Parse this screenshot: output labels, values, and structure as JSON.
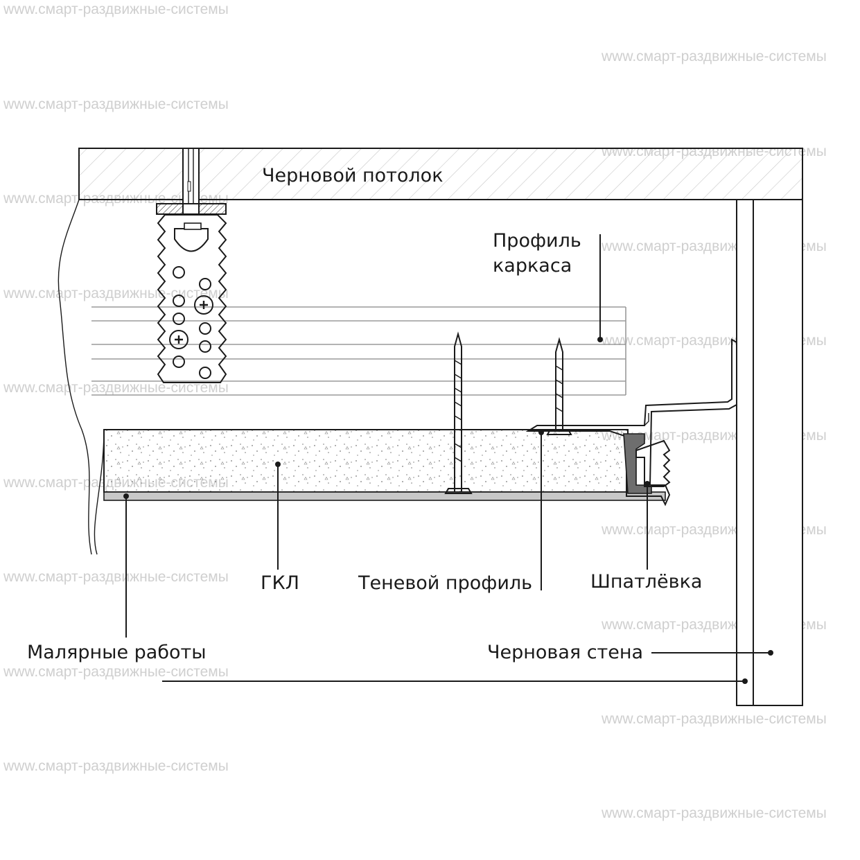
{
  "watermark": "www.смарт-раздвижные-системы",
  "labels": {
    "rough_ceiling": "Черновой потолок",
    "frame_profile_1": "Профиль",
    "frame_profile_2": "каркаса",
    "gkl": "ГКЛ",
    "shadow_profile": "Теневой профиль",
    "putty": "Шпатлёвка",
    "painting": "Малярные работы",
    "rough_wall": "Черновая стена"
  },
  "colors": {
    "line": "#1a1a1a",
    "watermark": "#cfcfcf",
    "putty": "#6e6e6e",
    "paint_layer": "#c8c8c8"
  },
  "icons": [
    "anchor-hanger-icon",
    "screw-icon",
    "dowel-icon"
  ]
}
